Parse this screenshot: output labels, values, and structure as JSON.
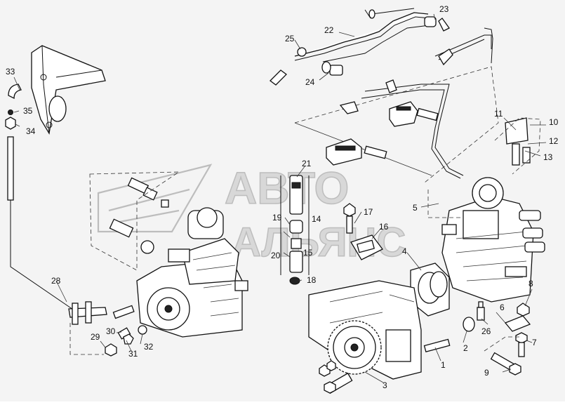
{
  "watermark": {
    "line1": "АВТО",
    "line2": "АЛЬЯНС"
  },
  "callouts": {
    "c1": "1",
    "c2": "2",
    "c3": "3",
    "c4": "4",
    "c5": "5",
    "c6": "6",
    "c7": "7",
    "c8": "8",
    "c9": "9",
    "c10": "10",
    "c11": "11",
    "c12": "12",
    "c13": "13",
    "c14": "14",
    "c15": "15",
    "c16": "16",
    "c17": "17",
    "c18": "18",
    "c19": "19",
    "c20": "20",
    "c21": "21",
    "c22": "22",
    "c23": "23",
    "c24": "24",
    "c25": "25",
    "c26": "26",
    "c28": "28",
    "c29": "29",
    "c30": "30",
    "c31": "31",
    "c32": "32",
    "c33": "33",
    "c34": "34",
    "c35": "35"
  }
}
